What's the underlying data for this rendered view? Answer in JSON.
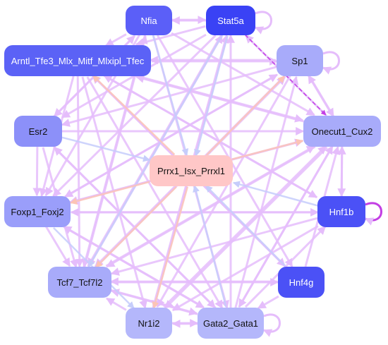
{
  "nodes": {
    "nfia": {
      "label": "Nfia",
      "fill": "#5b5ff8",
      "text": "#ffffff"
    },
    "stat5a": {
      "label": "Stat5a",
      "fill": "#3a42f5",
      "text": "#ffffff"
    },
    "amntl": {
      "label": "Arntl_Tfe3_Mlx_Mitf_Mlxipl_Tfec",
      "fill": "#5b62f6",
      "text": "#ffffff"
    },
    "sp1": {
      "label": "Sp1",
      "fill": "#a8abfa",
      "text": "#111111"
    },
    "esr2": {
      "label": "Esr2",
      "fill": "#8c90f9",
      "text": "#111111"
    },
    "onecut": {
      "label": "Onecut1_Cux2",
      "fill": "#a8abfa",
      "text": "#111111"
    },
    "prrx1": {
      "label": "Prrx1_Isx_Prrxl1",
      "fill": "#ffc7c7",
      "text": "#111111"
    },
    "foxp1": {
      "label": "Foxp1_Foxj2",
      "fill": "#9a9efa",
      "text": "#111111"
    },
    "hnf1b": {
      "label": "Hnf1b",
      "fill": "#4b51f6",
      "text": "#ffffff"
    },
    "tcf7": {
      "label": "Tcf7_Tcf7l2",
      "fill": "#a8abfa",
      "text": "#111111"
    },
    "hnf4g": {
      "label": "Hnf4g",
      "fill": "#4b51f6",
      "text": "#ffffff"
    },
    "nr1i2": {
      "label": "Nr1i2",
      "fill": "#b4b7fb",
      "text": "#111111"
    },
    "gata2": {
      "label": "Gata2_Gata1",
      "fill": "#b4b7fb",
      "text": "#111111"
    }
  },
  "colors": {
    "edge_default": "#e5bdfb",
    "edge_blue": "#c6cdfb",
    "edge_peach": "#fcc4b6",
    "edge_dark": "#c33fe4"
  }
}
